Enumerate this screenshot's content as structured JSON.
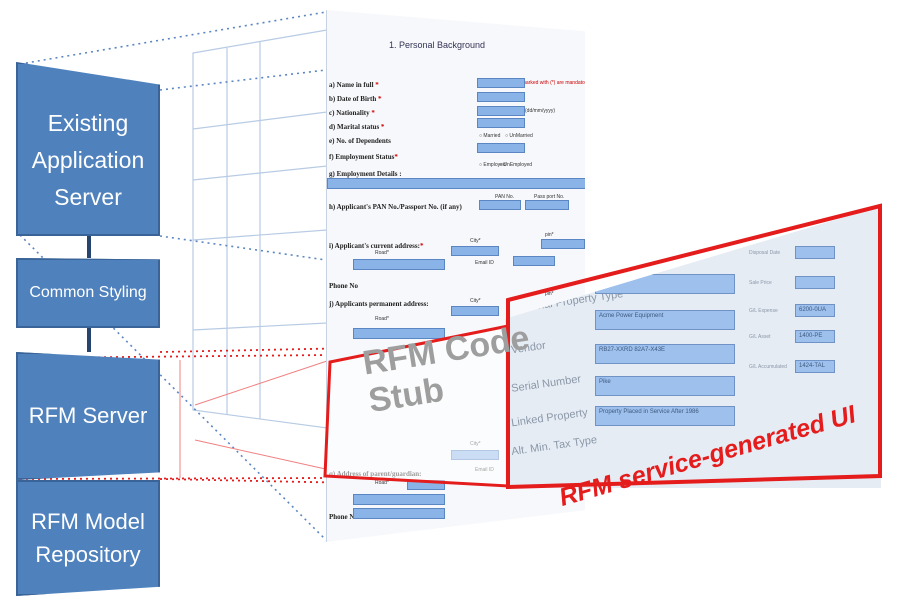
{
  "stack": {
    "existing": "Existing\nApplication\nServer",
    "styling": "Common Styling",
    "rfm_server": "RFM Server",
    "repository": "RFM Model\nRepository"
  },
  "form": {
    "title": "1. Personal Background",
    "note": "Fields marked with (*) are mandatory",
    "labels": {
      "name": "a) Name in full",
      "dob": "b) Date of Birth",
      "nationality": "c) Nationality",
      "marital": "d) Marital status",
      "dependents": "e) No. of Dependents",
      "employment": "f) Employment Status",
      "employment_details": "g) Employment Details :",
      "pan": "h) Applicant's PAN No./Passport No. (if any)",
      "current_address": "i) Applicant's current address:",
      "phone": "Phone No",
      "permanent_address": "j) Applicants permanent address:",
      "parent_address": "q) Address of parent/guardian:",
      "phone2": "Phone No"
    },
    "tiny": {
      "dob_format": "(dd/mm/yyyy)",
      "married": "Married",
      "unmarried": "UnMarried",
      "employed": "Employed",
      "unemployed": "UnEmployed",
      "pan_no": "PAN No.",
      "passport_no": "Pass port No.",
      "road": "Road*",
      "city": "City*",
      "pin": "pin*",
      "email": "Email ID",
      "road2": "Road*",
      "city2": "City*",
      "pin2": "pin*",
      "city3": "City*",
      "email3": "Email ID",
      "road3": "Road*"
    }
  },
  "rfm": {
    "labels": {
      "property_type": "Personal Property Type",
      "vendor": "Vendor",
      "serial": "Serial Number",
      "linked": "Linked Property",
      "tax_type": "Alt. Min. Tax Type"
    },
    "values": {
      "property_type": "",
      "vendor": "Acme Power Equipment",
      "serial": "RB27-XXRD 82A7-X43E",
      "linked": "Pike",
      "tax_type": "Property Placed in Service After 1986"
    },
    "right_labels": {
      "disposal_date": "Disposal Date",
      "sale_price": "Sale Price",
      "expense": "G/L Expense",
      "asset": "G/L Asset",
      "accumulated": "G/L Accumulated"
    },
    "right_values": {
      "disposal_date": "",
      "sale_price": "",
      "expense": "6200-0UA",
      "asset": "1400-PE",
      "accumulated": "1424-TAL"
    }
  },
  "stub": "RFM Code\nStub",
  "caption": "RFM service-generated UI",
  "colors": {
    "box_fill": "#4f81bd",
    "accent_red": "#e41c1c",
    "field_blue": "#8ab4e8"
  }
}
